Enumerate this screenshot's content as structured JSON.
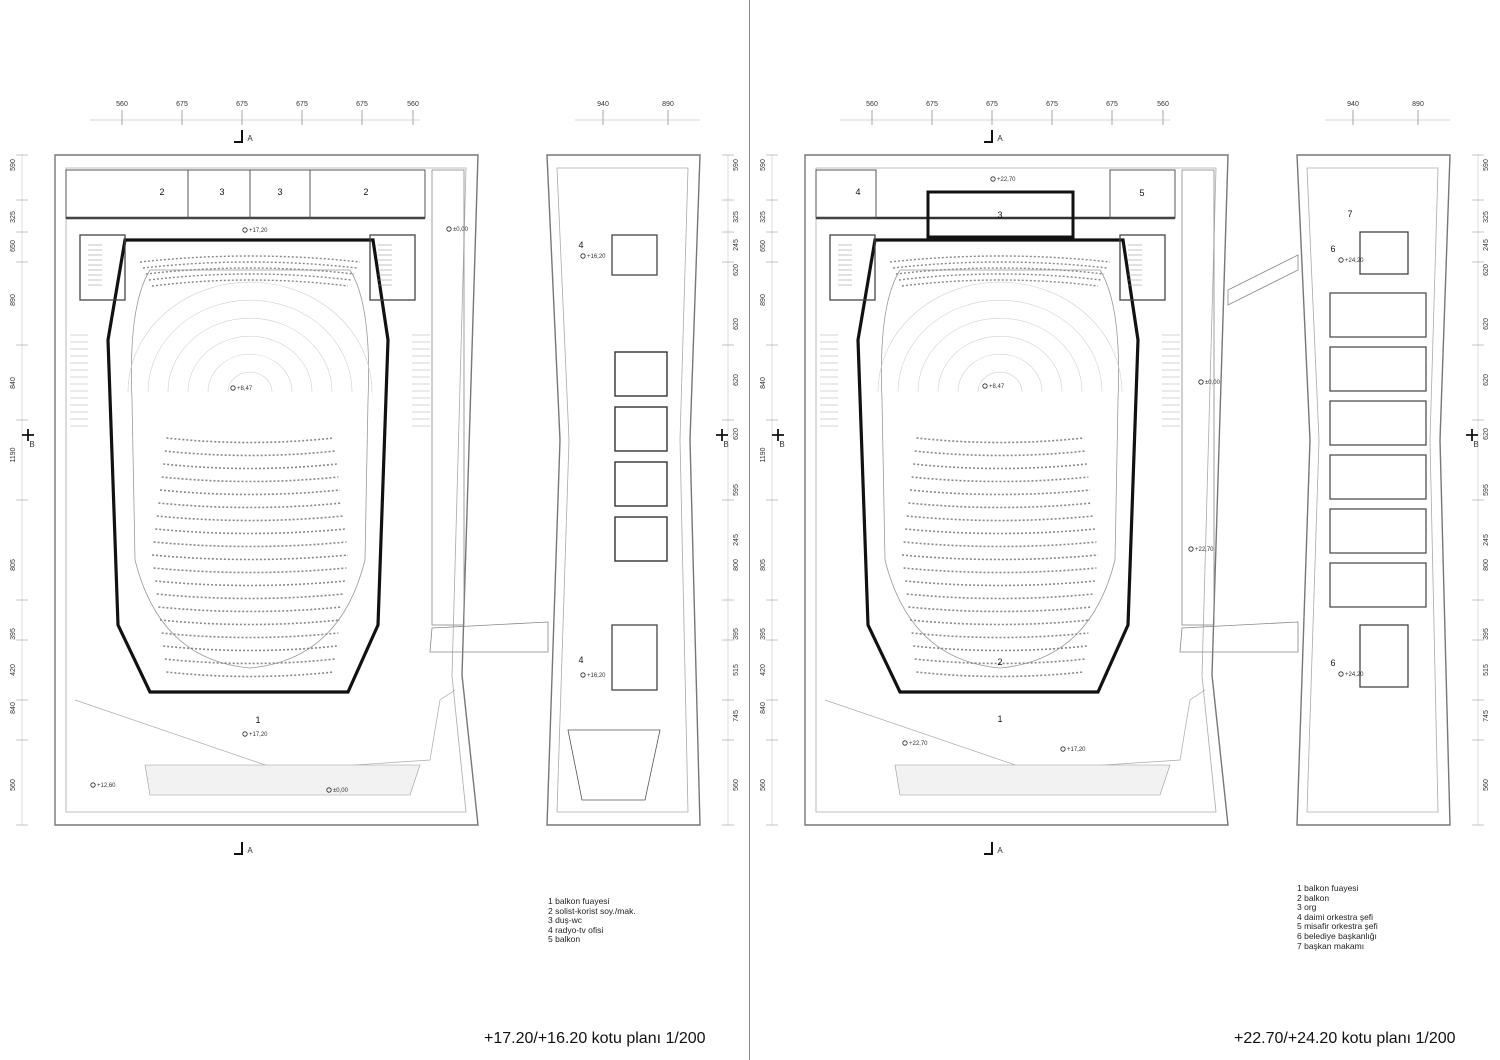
{
  "sheets": [
    {
      "title": "+17.20/+16.20 kotu planı 1/200",
      "top_dims": [
        "560",
        "675",
        "675",
        "675",
        "675",
        "560"
      ],
      "top_right_dims": [
        "940",
        "890"
      ],
      "left_dims": [
        "590",
        "325",
        "650",
        "890",
        "840",
        "1190",
        "805",
        "395",
        "420",
        "840",
        "560"
      ],
      "right_dims": [
        "590",
        "325",
        "245",
        "620",
        "620",
        "620",
        "620",
        "595",
        "245",
        "800",
        "395",
        "515",
        "745",
        "560"
      ],
      "section_a": "A",
      "section_b": "B",
      "room_numbers": [
        "1",
        "2",
        "3",
        "3",
        "2",
        "4",
        "4"
      ],
      "elevations": [
        "+17,20",
        "±0,00",
        "+16,20",
        "+8,47",
        "+16,20",
        "+17,20",
        "+12,60",
        "±0,00"
      ],
      "legend": [
        "1 balkon fuayesi",
        "2 solist-korist soy./mak.",
        "3 duş-wc",
        "4 radyo-tv ofisi",
        "5 balkon"
      ]
    },
    {
      "title": "+22.70/+24.20 kotu planı 1/200",
      "top_dims": [
        "560",
        "675",
        "675",
        "675",
        "675",
        "560"
      ],
      "top_right_dims": [
        "940",
        "890"
      ],
      "left_dims": [
        "590",
        "325",
        "650",
        "890",
        "840",
        "1190",
        "805",
        "395",
        "420",
        "840",
        "560"
      ],
      "right_dims": [
        "590",
        "325",
        "245",
        "620",
        "620",
        "620",
        "620",
        "595",
        "245",
        "800",
        "395",
        "515",
        "745",
        "560"
      ],
      "section_a": "A",
      "section_b": "B",
      "room_numbers": [
        "4",
        "3",
        "5",
        "7",
        "6",
        "6",
        "2",
        "1"
      ],
      "elevations": [
        "+22,70",
        "+24,20",
        "+8,47",
        "±0,00",
        "+22,70",
        "+24,20",
        "+22,70",
        "+17,20"
      ],
      "legend": [
        "1 balkon fuayesi",
        "2 balkon",
        "3 org",
        "4 daimi orkestra şefi",
        "5 misafir orkestra şefi",
        "6 belediye başkanlığı",
        "7 başkan makamı"
      ]
    }
  ]
}
